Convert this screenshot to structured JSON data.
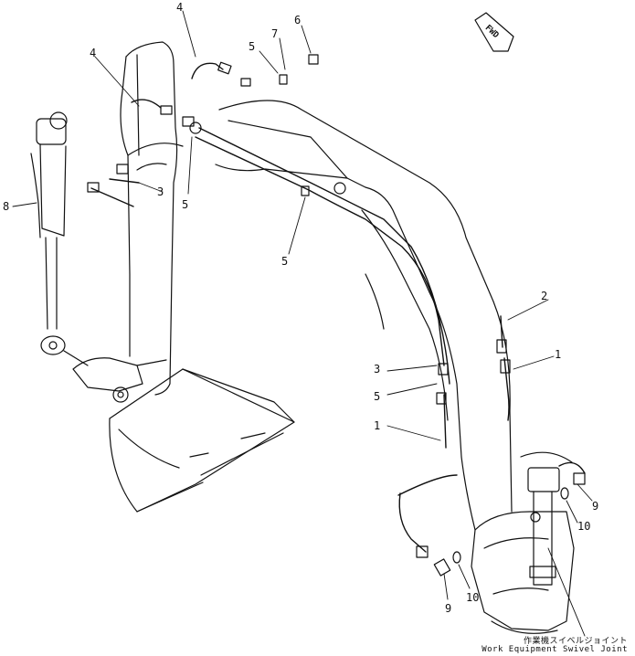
{
  "direction_label": "FWD",
  "callouts": [
    {
      "id": "c4a",
      "text": "4"
    },
    {
      "id": "c6",
      "text": "6"
    },
    {
      "id": "c7",
      "text": "7"
    },
    {
      "id": "c5a",
      "text": "5"
    },
    {
      "id": "c4b",
      "text": "4"
    },
    {
      "id": "c8",
      "text": "8"
    },
    {
      "id": "c3a",
      "text": "3"
    },
    {
      "id": "c5b",
      "text": "5"
    },
    {
      "id": "c5c",
      "text": "5"
    },
    {
      "id": "c2",
      "text": "2"
    },
    {
      "id": "c1a",
      "text": "1"
    },
    {
      "id": "c3b",
      "text": "3"
    },
    {
      "id": "c5d",
      "text": "5"
    },
    {
      "id": "c1b",
      "text": "1"
    },
    {
      "id": "c9a",
      "text": "9"
    },
    {
      "id": "c10a",
      "text": "10"
    },
    {
      "id": "c9b",
      "text": "9"
    },
    {
      "id": "c10b",
      "text": "10"
    }
  ],
  "caption": {
    "japanese": "作業機スイベルジョイント",
    "english": "Work Equipment Swivel Joint"
  }
}
